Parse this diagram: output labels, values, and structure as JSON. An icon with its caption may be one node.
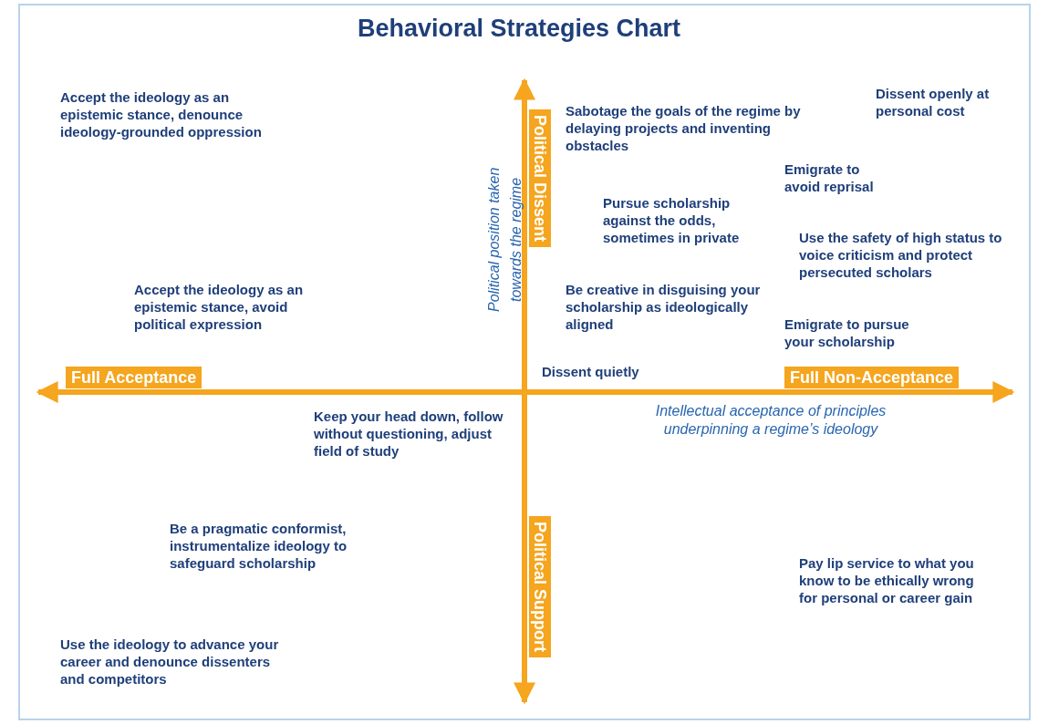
{
  "diagram": {
    "title": "Behavioral Strategies Chart",
    "labels": [
      "Accept the ideology as an epistemic stance, denounce ideology-grounded oppression",
      "Sabotage the goals of the regime by delaying projects and inventing obstacles",
      "Dissent openly at personal cost",
      "Political Dissent",
      "Political position taken towards the regime",
      "Emigrate to avoid reprisal",
      "Pursue scholarship against the odds, sometimes in private",
      "Use the safety of high status to voice criticism and protect persecuted scholars",
      "Accept the ideology as an epistemic stance, avoid political expression",
      "Be creative in disguising your scholarship as ideologically aligned",
      "Emigrate to pursue your scholarship",
      "Full Acceptance",
      "Dissent quietly",
      "Full Non-Acceptance",
      "Intellectual acceptance of principles underpinning a regime’s ideology",
      "Keep your head down, follow without questioning, adjust field of study",
      "Be a pragmatic conformist, instrumentalize ideology to safeguard scholarship",
      "Political Support",
      "Pay lip service to what you know to be ethically wrong for personal or career gain",
      "Use the ideology to advance your career and denounce dissenters and competitors"
    ]
  }
}
